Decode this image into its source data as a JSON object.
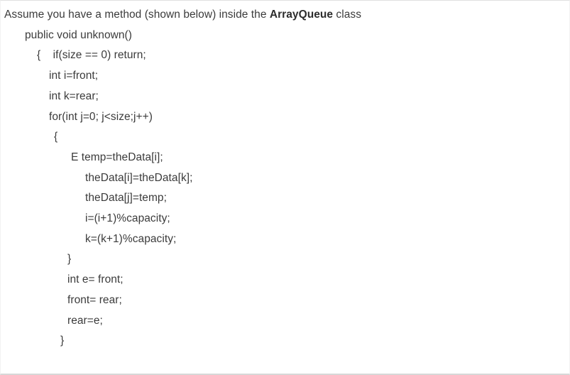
{
  "document": {
    "prompt": {
      "before_bold": "Assume you have a method (shown below) inside the ",
      "bold": "ArrayQueue",
      "after_bold": " class"
    },
    "code_lines": [
      {
        "text": "public void unknown()",
        "indent": 1
      },
      {
        "text": "{    if(size == 0) return;",
        "indent": 2
      },
      {
        "text": "int i=front;",
        "indent": 3
      },
      {
        "text": "int k=rear;",
        "indent": 3
      },
      {
        "text": "for(int j=0; j<size;j++)",
        "indent": 3
      },
      {
        "text": "{",
        "indent": 4
      },
      {
        "text": "E temp=theData[i];",
        "indent": 7
      },
      {
        "text": "theData[i]=theData[k];",
        "indent": 8
      },
      {
        "text": "theData[j]=temp;",
        "indent": 8
      },
      {
        "text": "i=(i+1)%capacity;",
        "indent": 8
      },
      {
        "text": "k=(k+1)%capacity;",
        "indent": 8
      },
      {
        "text": "}",
        "indent": 6
      },
      {
        "text": "int e= front;",
        "indent": 6
      },
      {
        "text": "front= rear;",
        "indent": 6
      },
      {
        "text": "rear=e;",
        "indent": 6
      },
      {
        "text": "}",
        "indent": 5
      }
    ]
  },
  "colors": {
    "text": "#3b3b3b",
    "bold_text": "#2c2c2c",
    "background": "#ffffff",
    "top_rule": "#e0e0e0",
    "bottom_rule": "#d7d7d7"
  }
}
